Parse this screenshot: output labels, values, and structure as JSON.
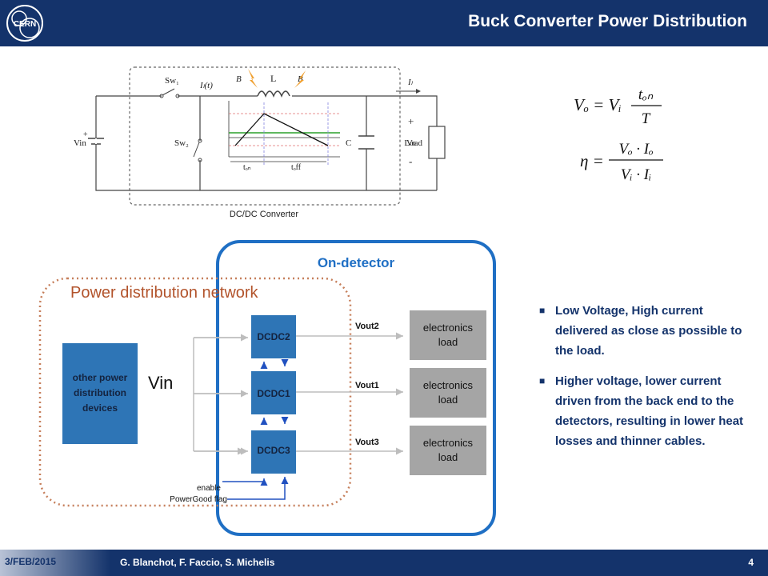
{
  "header": {
    "title": "Buck Converter Power Distribution",
    "logo_text": "CERN"
  },
  "circuit": {
    "label_sw1": "Sw₁",
    "label_sw2": "Sw₂",
    "label_il_t": "Iₗ(t)",
    "label_b": "B",
    "label_L": "L",
    "label_il": "Iₗ",
    "label_vin": "Vin",
    "label_c": "C",
    "label_plus": "+",
    "label_minus": "-",
    "label_vo": "Vo",
    "label_load": "Load",
    "label_ton": "tₒₙ",
    "label_toff": "tₒff",
    "caption": "DC/DC Converter"
  },
  "formulas": {
    "f1_lhs": "Vₒ = Vᵢ",
    "f1_num": "tₒₙ",
    "f1_den": "T",
    "f2_lhs": "η =",
    "f2_num": "Vₒ · Iₒ",
    "f2_den": "Vᵢ · Iᵢ"
  },
  "network": {
    "pdn_title": "Power distribution network",
    "on_detector": "On-detector",
    "other_power": [
      "other power",
      "distribution",
      "devices"
    ],
    "vin": "Vin",
    "dcdc": [
      "DCDC2",
      "DCDC1",
      "DCDC3"
    ],
    "vout": [
      "Vout2",
      "Vout1",
      "Vout3"
    ],
    "load": [
      "electronics",
      "load"
    ],
    "enable": "enable",
    "powergood": "PowerGood flag"
  },
  "bullets": [
    "Low Voltage, High current delivered as close as possible to the load.",
    "Higher voltage, lower current driven from the back end to the detectors, resulting in lower heat losses and thinner cables."
  ],
  "footer": {
    "date": "3/FEB/2015",
    "authors": "G. Blanchot, F. Faccio, S. Michelis",
    "page": "4"
  },
  "colors": {
    "navy": "#14336b",
    "box_blue": "#2e75b6",
    "gray_box": "#a5a5a5",
    "dashed_orange": "#c67f5b",
    "detector_blue": "#1f6fc4"
  }
}
